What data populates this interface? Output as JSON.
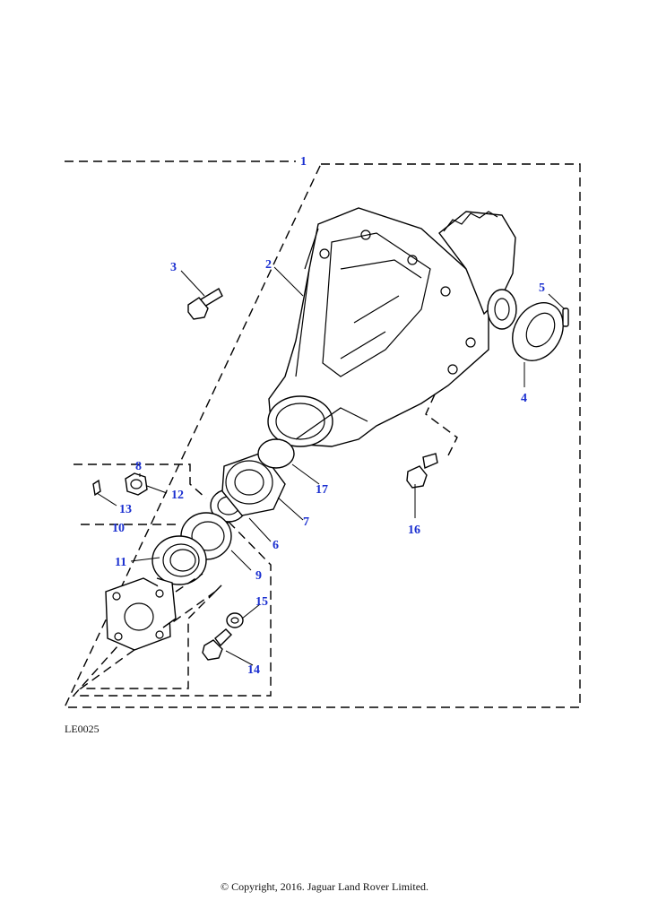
{
  "callouts": [
    {
      "id": "1",
      "label": "1"
    },
    {
      "id": "2",
      "label": "2"
    },
    {
      "id": "3",
      "label": "3"
    },
    {
      "id": "4",
      "label": "4"
    },
    {
      "id": "5",
      "label": "5"
    },
    {
      "id": "6",
      "label": "6"
    },
    {
      "id": "7",
      "label": "7"
    },
    {
      "id": "8",
      "label": "8"
    },
    {
      "id": "9",
      "label": "9"
    },
    {
      "id": "10",
      "label": "10"
    },
    {
      "id": "11",
      "label": "11"
    },
    {
      "id": "12",
      "label": "12"
    },
    {
      "id": "13",
      "label": "13"
    },
    {
      "id": "14",
      "label": "14"
    },
    {
      "id": "15",
      "label": "15"
    },
    {
      "id": "16",
      "label": "16"
    },
    {
      "id": "17",
      "label": "17"
    }
  ],
  "reference_code": "LE0025",
  "copyright": "© Copyright, 2016. Jaguar Land Rover Limited."
}
